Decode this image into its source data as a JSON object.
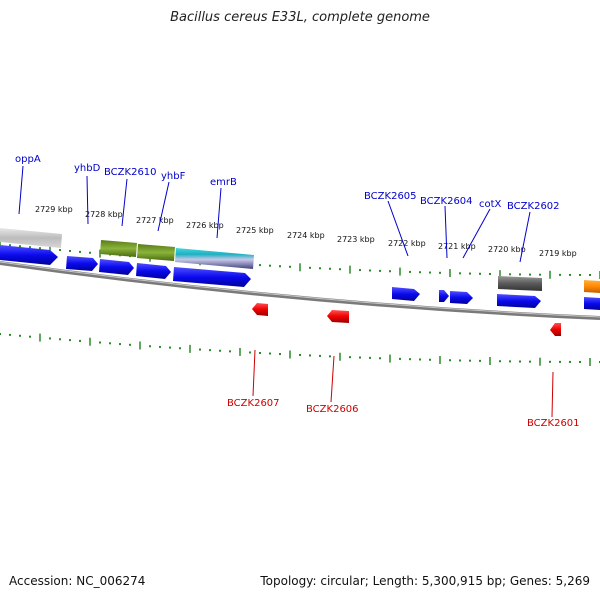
{
  "title": "Bacillus cereus E33L, complete genome",
  "footer": {
    "accession": "Accession: NC_006274",
    "summary": "Topology: circular; Length: 5,300,915 bp; Genes: 5,269"
  },
  "colors": {
    "forward_gene": "#0a0aee",
    "reverse_gene": "#ee0000",
    "forward_label": "#0000cc",
    "reverse_label": "#cc0000",
    "tick": "#2a8a2a",
    "backbone": "#808080"
  },
  "scale_labels": [
    "2729 kbp",
    "2728 kbp",
    "2727 kbp",
    "2726 kbp",
    "2725 kbp",
    "2724 kbp",
    "2723 kbp",
    "2722 kbp",
    "2721 kbp",
    "2720 kbp",
    "2719 kbp"
  ],
  "forward_labels": [
    "oppA",
    "yhbD",
    "BCZK2610",
    "yhbF",
    "emrB",
    "BCZK2605",
    "BCZK2604",
    "cotX",
    "BCZK2602"
  ],
  "reverse_labels": [
    "BCZK2607",
    "BCZK2606",
    "BCZK2601"
  ]
}
